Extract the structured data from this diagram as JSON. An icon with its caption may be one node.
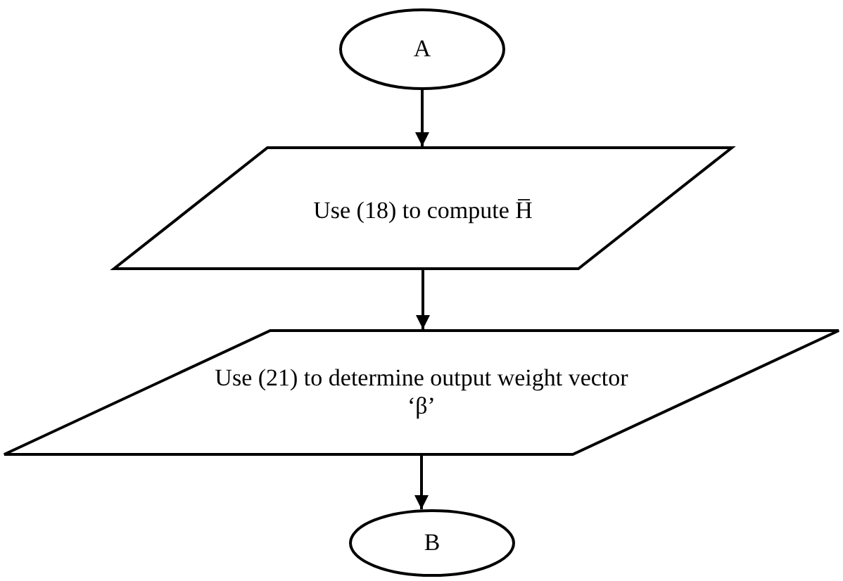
{
  "diagram": {
    "nodes": [
      {
        "text": [
          "A"
        ]
      },
      {
        "text": [
          "Use (18) to compute H̅"
        ]
      },
      {
        "text": [
          "Use (21) to determine output weight vector ‘β’"
        ]
      },
      {
        "text": [
          "B"
        ]
      }
    ],
    "edges": [
      {
        "from": 0,
        "to": 1,
        "arrow": "to"
      },
      {
        "from": 1,
        "to": 2,
        "arrow": "to"
      },
      {
        "from": 2,
        "to": 3,
        "arrow": "to"
      }
    ]
  }
}
